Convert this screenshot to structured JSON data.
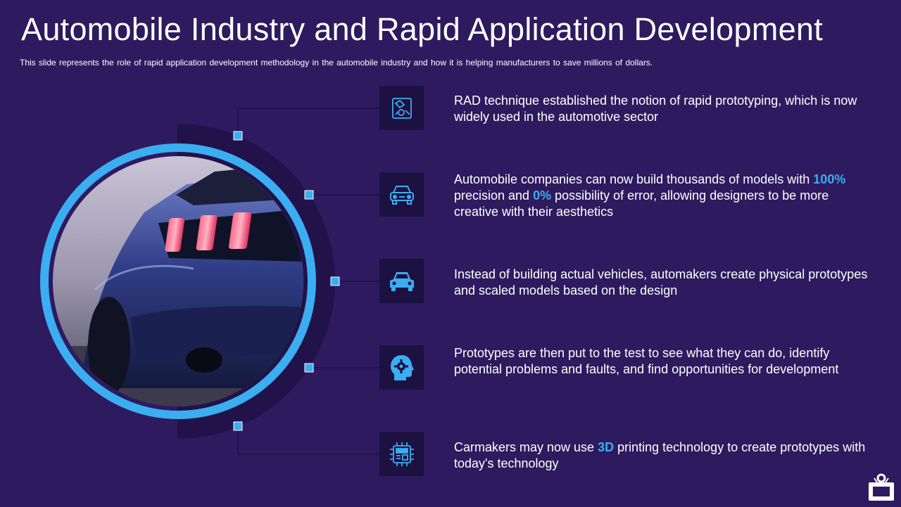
{
  "slide": {
    "title": "Automobile Industry and Rapid Application Development",
    "subtitle": "This slide represents the role of rapid application development  methodology  in the automobile industry and how it is helping manufacturers  to save  millions of dollars."
  },
  "items": [
    {
      "icon": "blueprint-car-icon",
      "parts": [
        {
          "text": "RAD technique established the notion of rapid prototyping, which is now widely used in the automotive sector",
          "highlight": false
        }
      ]
    },
    {
      "icon": "car-front-outline-icon",
      "parts": [
        {
          "text": "Automobile companies can now build thousands of models with ",
          "highlight": false
        },
        {
          "text": "100%",
          "highlight": true
        },
        {
          "text": " precision and ",
          "highlight": false
        },
        {
          "text": "0%",
          "highlight": true
        },
        {
          "text": " possibility of error, allowing designers to be more creative with their aesthetics",
          "highlight": false
        }
      ]
    },
    {
      "icon": "car-icon",
      "parts": [
        {
          "text": "Instead of building actual vehicles, automakers create physical prototypes and scaled models based on the design",
          "highlight": false
        }
      ]
    },
    {
      "icon": "head-gear-icon",
      "parts": [
        {
          "text": "Prototypes are then put to the test to see what they can do, identify potential problems and faults, and find opportunities for development",
          "highlight": false
        }
      ]
    },
    {
      "icon": "3d-printer-chip-icon",
      "parts": [
        {
          "text": "Carmakers may now use ",
          "highlight": false
        },
        {
          "text": "3D",
          "highlight": true
        },
        {
          "text": " printing technology to create prototypes with today's technology",
          "highlight": false
        }
      ]
    }
  ],
  "colors": {
    "background": "#2e1a5e",
    "accent": "#3aaef0",
    "icon_box": "#1d1142",
    "arc": "#22124a"
  }
}
